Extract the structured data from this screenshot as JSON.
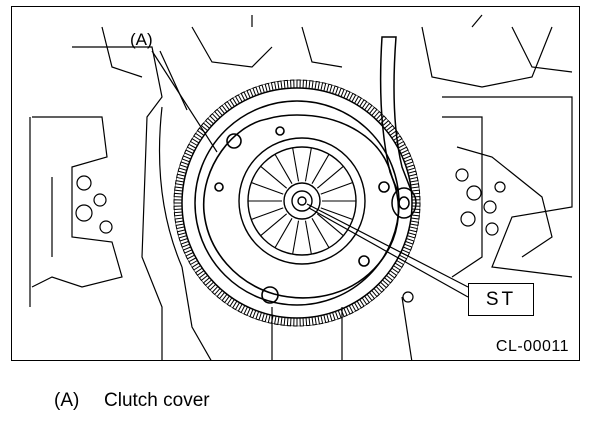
{
  "figure": {
    "callout_a": "(A)",
    "tool_label": "ST",
    "figure_id": "CL-00011"
  },
  "legend": {
    "items": [
      {
        "key": "(A)",
        "label": "Clutch cover"
      }
    ]
  },
  "colors": {
    "line": "#000000",
    "background": "#ffffff"
  }
}
